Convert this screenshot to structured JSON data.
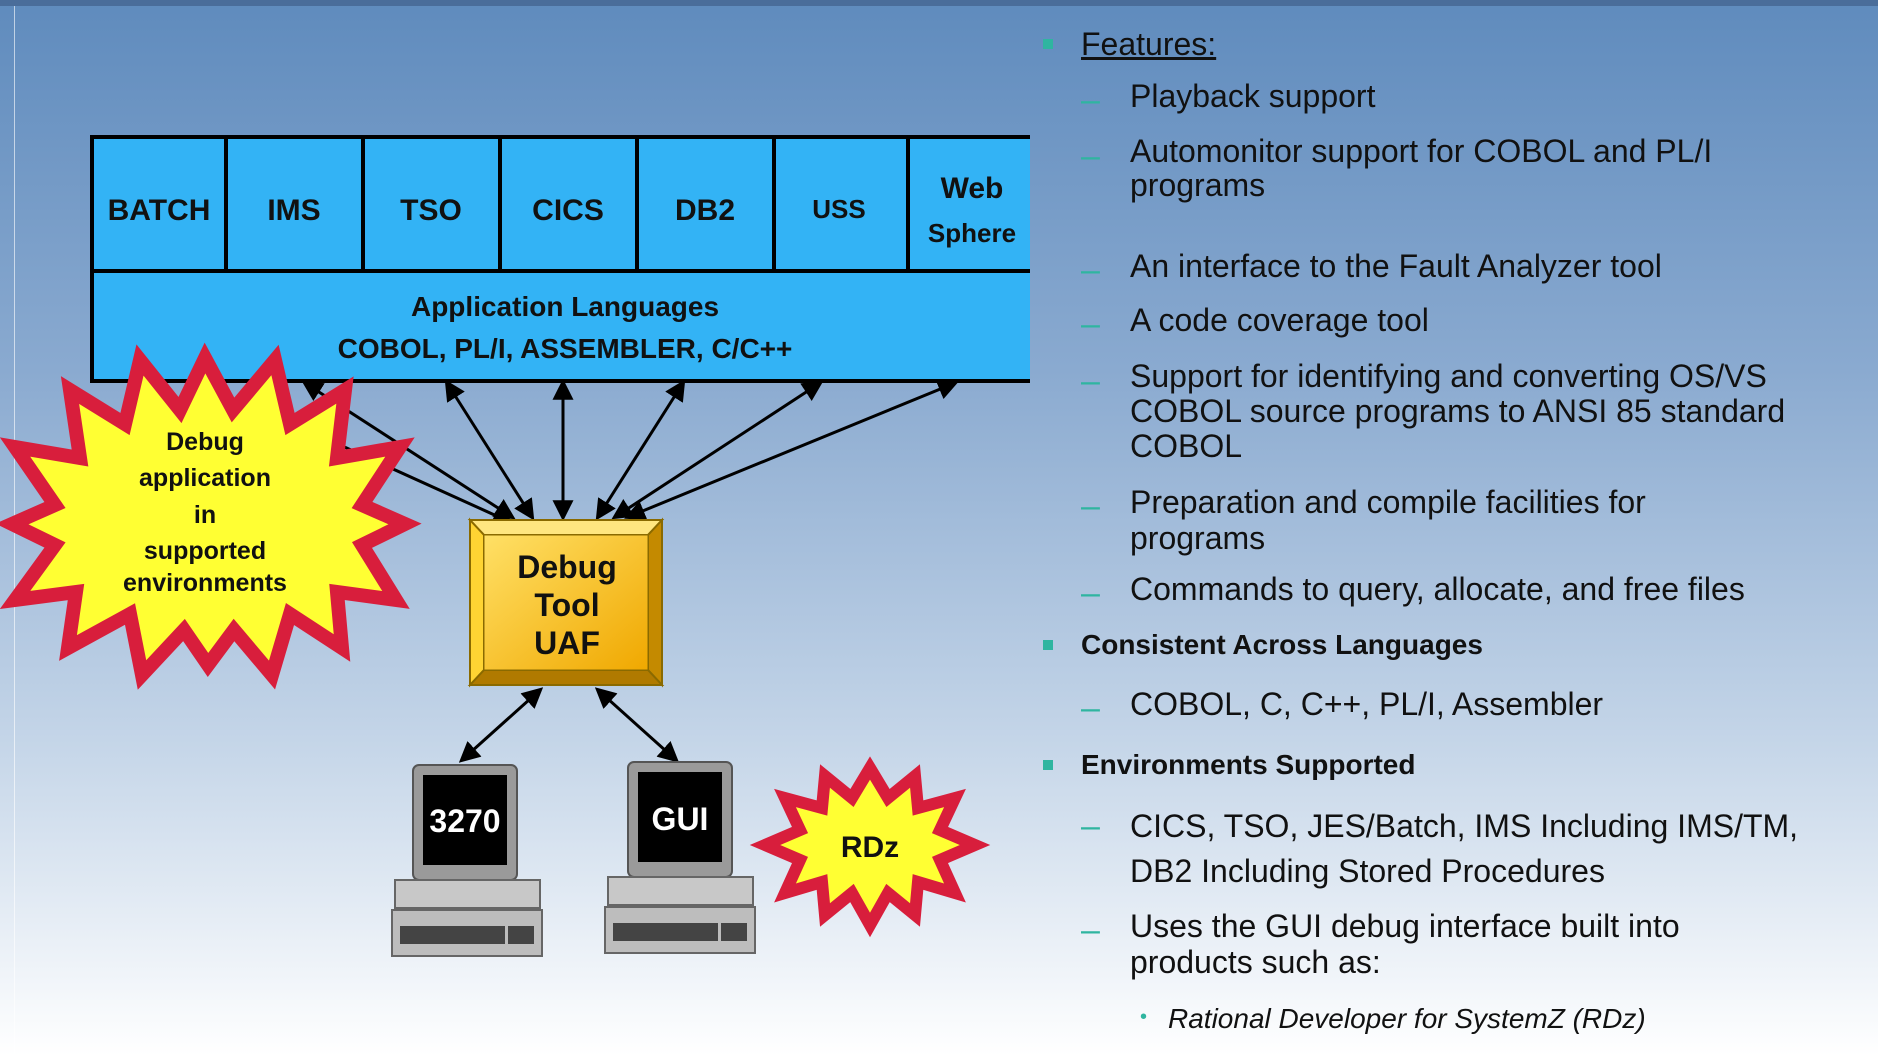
{
  "diagram": {
    "environments": [
      "BATCH",
      "IMS",
      "TSO",
      "CICS",
      "DB2",
      "USS",
      "Web",
      "Sphere"
    ],
    "app_languages_title": "Application Languages",
    "app_languages_list": "COBOL, PL/I, ASSEMBLER, C/C++",
    "starburst_lines": [
      "Debug",
      "application",
      "in",
      "supported",
      "environments"
    ],
    "tool_lines": [
      "Debug",
      "Tool",
      "UAF"
    ],
    "terminal_3270": "3270",
    "terminal_gui": "GUI",
    "rdz_label": "RDz",
    "colors": {
      "env_box": "#33b3f5",
      "tool_box": "#f5b800",
      "starburst": "#d81e3c",
      "starburst_fill": "#ffff33"
    }
  },
  "bullets": {
    "features_heading": "Features:",
    "features": [
      "Playback support",
      "Automonitor support for COBOL and PL/I programs",
      "An interface to the Fault Analyzer tool",
      "A code coverage tool",
      "Support for identifying and converting OS/VS COBOL source programs to ANSI 85 standard COBOL",
      "Preparation and compile facilities for programs",
      "Commands to query, allocate, and free files"
    ],
    "languages_heading": "Consistent Across Languages",
    "languages_item": "COBOL, C, C++, PL/I, Assembler",
    "environments_heading": "Environments Supported",
    "environments_items": [
      "CICS, TSO, JES/Batch, IMS Including IMS/TM, DB2 Including Stored Procedures",
      "Uses the GUI debug interface built into products such as:"
    ],
    "products_item": "Rational Developer for SystemZ (RDz)"
  }
}
